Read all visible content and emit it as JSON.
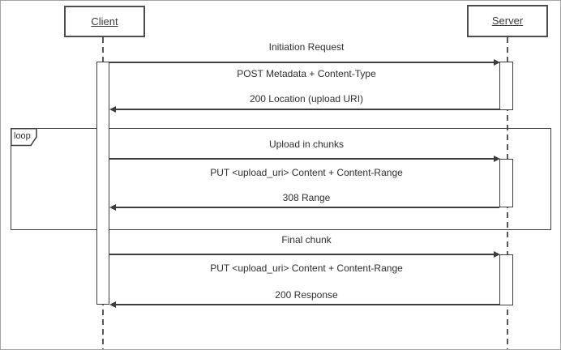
{
  "diagram": {
    "type": "uml-sequence-diagram",
    "actors": [
      {
        "id": "client",
        "label": "Client"
      },
      {
        "id": "server",
        "label": "Server"
      }
    ],
    "loop_fragment": {
      "label": "loop"
    },
    "interactions": [
      {
        "title": "Initiation Request",
        "request": "POST Metadata + Content-Type",
        "response": "200 Location (upload URI)",
        "in_loop": false
      },
      {
        "title": "Upload in chunks",
        "request": "PUT <upload_uri> Content + Content-Range",
        "response": "308 Range",
        "in_loop": true
      },
      {
        "title": "Final chunk",
        "request": "PUT <upload_uri> Content + Content-Range",
        "response": "200 Response",
        "in_loop": false
      }
    ],
    "colors": {
      "line": "#3d3d3d",
      "head_border": "#4d4d4d",
      "canvas_border": "#a3a3a3",
      "background": "#ffffff"
    }
  }
}
